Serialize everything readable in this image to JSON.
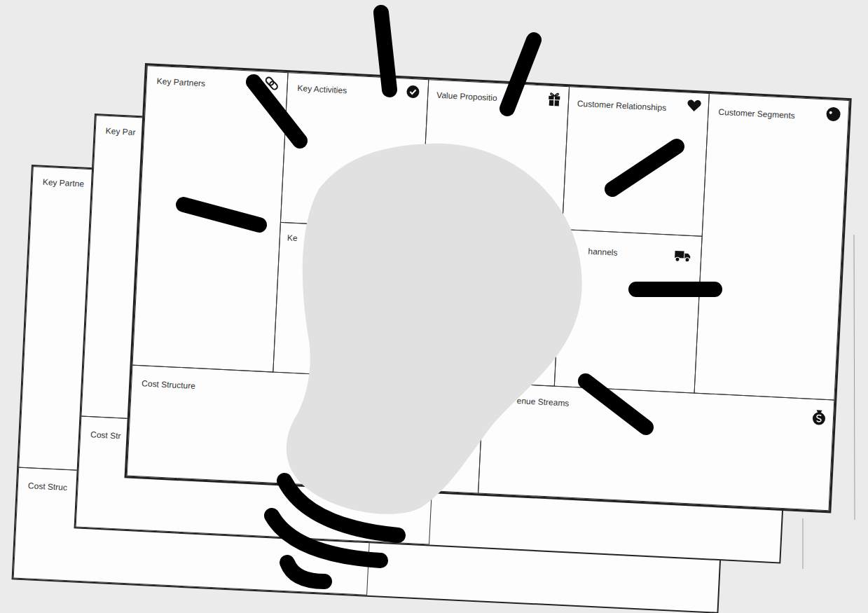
{
  "diagram": {
    "nodes": [
      {
        "text": []
      },
      {
        "text": [
          "Key Partners"
        ],
        "in": 0
      },
      {
        "text": [
          "Key Activities"
        ],
        "in": 0
      },
      {
        "text": [
          "Value Propositio"
        ],
        "in": 0
      },
      {
        "text": [
          "Customer Relationships"
        ],
        "in": 0
      },
      {
        "text": [
          "Customer Segments"
        ],
        "in": 0
      },
      {
        "text": [
          "Ke"
        ],
        "in": 0
      },
      {
        "text": [
          "hannels"
        ],
        "in": 0
      },
      {
        "text": [
          "Cost Structure"
        ],
        "in": 0
      },
      {
        "text": [
          "enue Streams"
        ],
        "in": 0
      },
      {
        "text": []
      },
      {
        "text": [
          "Key Par"
        ],
        "in": 10
      },
      {
        "text": [
          "Cost Str"
        ],
        "in": 10
      },
      {
        "text": []
      },
      {
        "text": [
          "Key Partne"
        ],
        "in": 13
      },
      {
        "text": [
          "Cost Struc"
        ],
        "in": 13
      }
    ]
  }
}
